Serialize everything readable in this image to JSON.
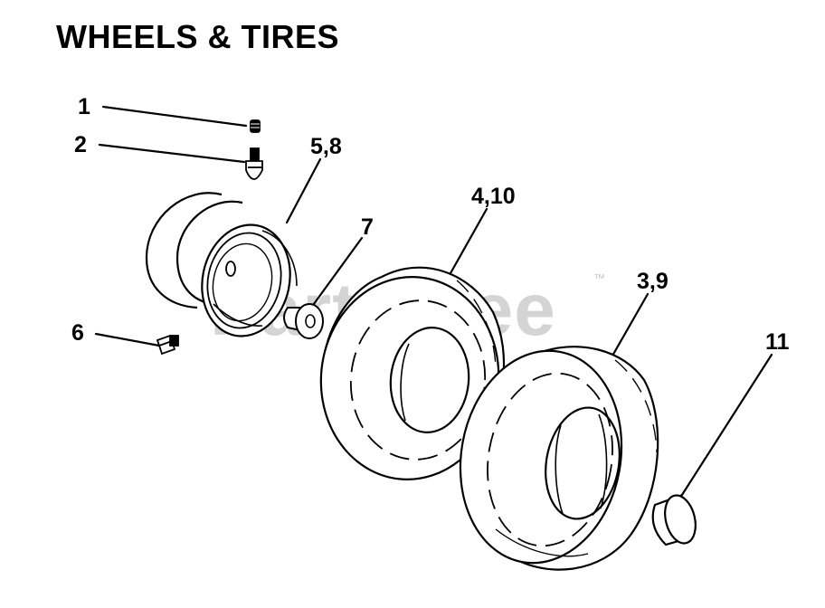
{
  "title": "WHEELS & TIRES",
  "watermark": "PartsTree",
  "watermark_tm": "™",
  "callouts": {
    "c1": "1",
    "c2": "2",
    "c58": "5,8",
    "c7": "7",
    "c410": "4,10",
    "c39": "3,9",
    "c6": "6",
    "c11": "11"
  },
  "colors": {
    "line": "#000000",
    "watermark": "#d4d4d4",
    "background": "#ffffff"
  }
}
